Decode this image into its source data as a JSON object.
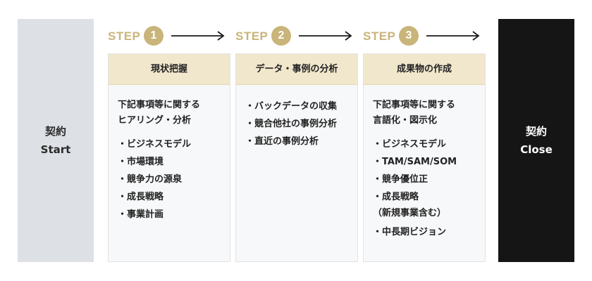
{
  "start": {
    "line1": "契約",
    "line2": "Start"
  },
  "close": {
    "line1": "契約",
    "line2": "Close"
  },
  "steps": [
    {
      "label": "STEP",
      "number": "1",
      "title": "現状把握",
      "intro": [
        "下記事項等に関する",
        "ヒアリング・分析"
      ],
      "items": [
        "・ビジネスモデル",
        "・市場環境",
        "・競争力の源泉",
        "・成長戦略",
        "・事業計画"
      ]
    },
    {
      "label": "STEP",
      "number": "2",
      "title": "データ・事例の分析",
      "items": [
        "・バックデータの収集",
        "・競合他社の事例分析",
        "・直近の事例分析"
      ]
    },
    {
      "label": "STEP",
      "number": "3",
      "title": "成果物の作成",
      "intro": [
        "下記事項等に関する",
        "言語化・図示化"
      ],
      "items": [
        "・ビジネスモデル",
        "・TAM/SAM/SOM",
        "・競争優位正",
        "・成長戦略",
        "（新規事業含む）",
        "・中長期ビジョン"
      ]
    }
  ],
  "colors": {
    "accent_gold": "#c9b47a",
    "title_band": "#f1e7cc",
    "start_bg": "#dde0e5",
    "close_bg": "#151515"
  },
  "icons": {
    "step_arrow": "long-right-arrow"
  }
}
